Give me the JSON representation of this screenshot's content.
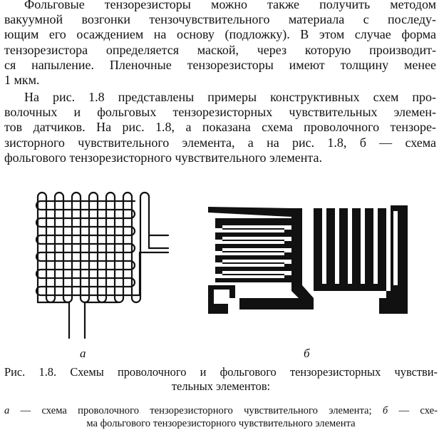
{
  "paragraph_1": {
    "lines": [
      "Фольговые тензорезисторы можно также получить методом",
      "вакуумной возгонки тензочувствительного материала с последу-",
      "ющим его осаждением на основу (подложку). В этом случае форма",
      "тензорезистора определяется маской, через которую производит-",
      "ся напыление. Пленочные тензорезисторы имеют толщину менее",
      "1 мкм."
    ]
  },
  "paragraph_2": {
    "lines": [
      "На рис. 1.8 представлены примеры конструктивных схем про-",
      "волочных и фольговых тензорезисторных чувствительных элемен-",
      "тов датчиков. На рис. 1.8, а показана схема проволочного тензоре-",
      "зисторного чувствительного элемента, а на рис. 1.8, б — схема",
      "фольгового тензорезисторного чувствительного элемента."
    ]
  },
  "figure": {
    "label_a": "а",
    "label_b": "б",
    "ink_color": "#111111"
  },
  "caption": {
    "title_line_1": "Рис. 1.8. Схемы проволочного и фольгового тензорезисторных чувстви-",
    "title_line_2": "тельных элементов:",
    "desc_a_letter": "а",
    "desc_line_1_rest": " — схема проволочного тензорезисторного чувствительного элемента; ",
    "desc_b_letter": "б",
    "desc_line_1_end": " — схе-",
    "desc_line_2": "ма фольгового тензорезисторного чувствительного элемента"
  }
}
